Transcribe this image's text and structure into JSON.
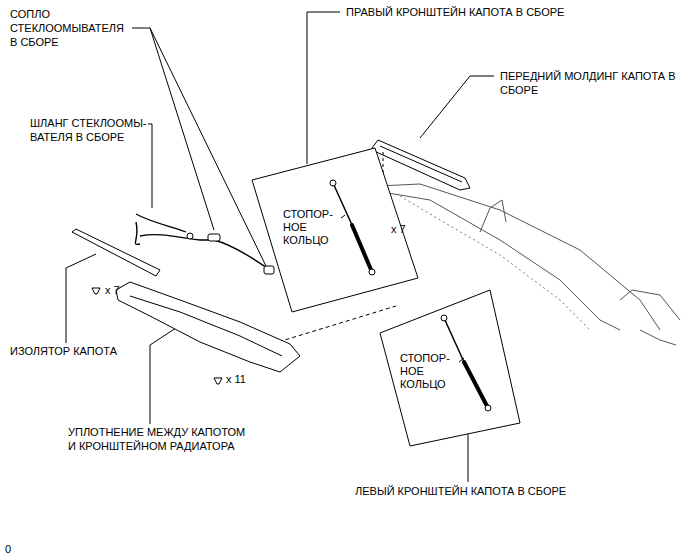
{
  "diagram": {
    "nodes": [
      {
        "text": [
          "СТОПОР- НОЕ КОЛЬЦО"
        ]
      },
      {
        "text": [
          "СТОПОР- НОЕ КОЛЬЦО"
        ]
      }
    ],
    "labels": [
      "СОПЛО СТЕКЛООМЫВАТЕЛЯ В СБОРЕ",
      "ШЛАНГ СТЕКЛООМЫ- ВАТЕЛЯ В СБОРЕ",
      "ПРАВЫЙ КРОНШТЕЙН КАПОТА В СБОРЕ",
      "ПЕРЕДНИЙ МОЛДИНГ КАПОТА В СБОРЕ",
      "x 7",
      "x 7",
      "ИЗОЛЯТОР КАПОТА",
      "x 11",
      "УПЛОТНЕНИЕ МЕЖДУ КАПОТОМ И КРОНШТЕЙНОМ РАДИАТОРА",
      "ЛЕВЫЙ КРОНШТЕЙН КАПОТА В СБОРЕ",
      "0"
    ]
  }
}
